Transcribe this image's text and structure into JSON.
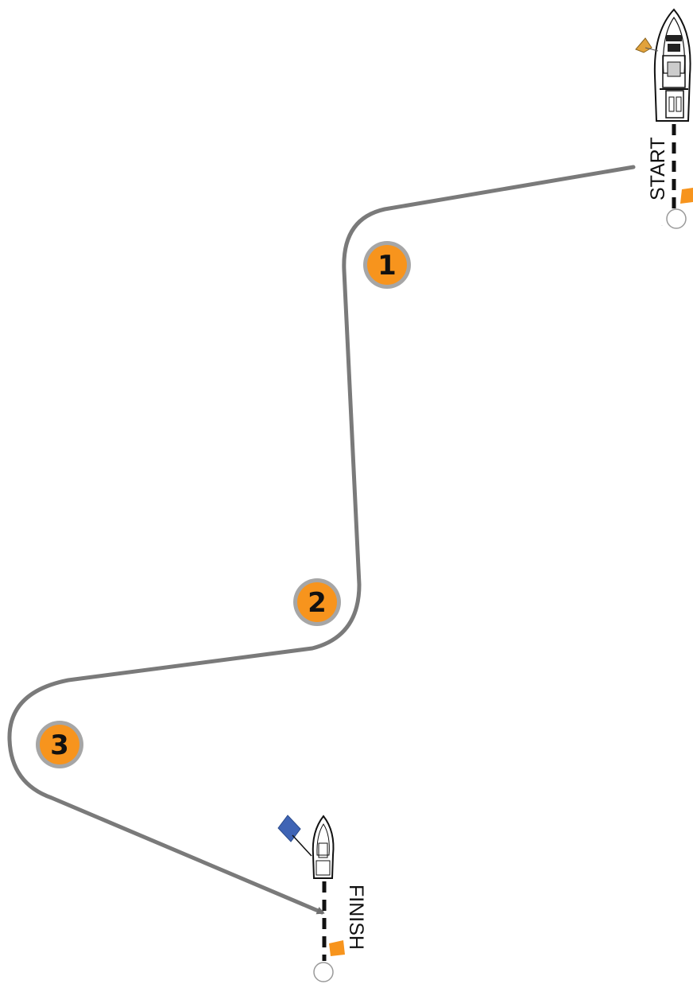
{
  "diagram": {
    "start_label": "START",
    "finish_label": "FINISH",
    "marks": [
      {
        "number": "1"
      },
      {
        "number": "2"
      },
      {
        "number": "3"
      }
    ]
  },
  "colors": {
    "course_line": "#7a7a7a",
    "mark_fill": "#f7941d",
    "mark_ring": "#a6a6a6",
    "start_flag": "#f7941d",
    "finish_flag_orange": "#f7941d",
    "finish_flag_blue": "#3f64b5",
    "committee_flag": "#e2a23b",
    "gate_line": "#111111",
    "pin_buoy": "#9a9a9a"
  },
  "icons": [
    "committee-boat-icon",
    "finish-boat-icon",
    "start-pin-buoy-icon",
    "finish-pin-buoy-icon",
    "orange-flag-icon",
    "blue-flag-icon"
  ]
}
